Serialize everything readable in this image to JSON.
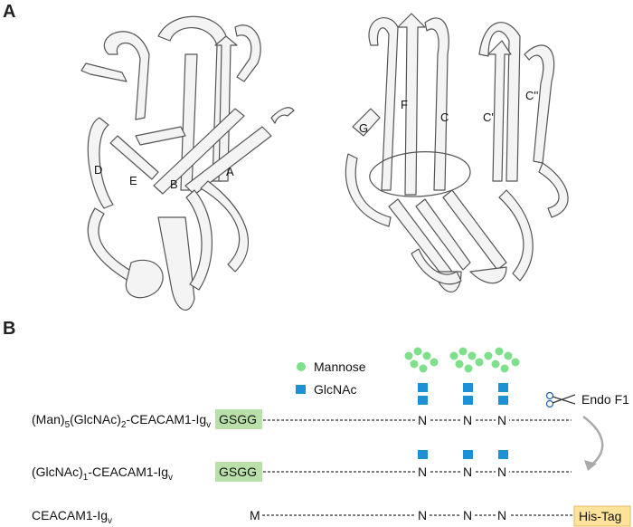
{
  "panelA": {
    "letter": "A",
    "left_view_strands": [
      "D",
      "E",
      "B",
      "A"
    ],
    "right_view_strands": [
      "G",
      "F",
      "C",
      "C'",
      "C''"
    ]
  },
  "panelB": {
    "letter": "B",
    "legend": {
      "mannose_label": "Mannose",
      "glcnac_label": "GlcNAc"
    },
    "enzyme_label": "Endo F1",
    "constructs": [
      {
        "label": "(Man)5(GlcNAc)2-CEACAM1-Igv",
        "n_term_tag": "GSGG",
        "sites": [
          "N",
          "N",
          "N"
        ],
        "glycan": "(Man)5(GlcNAc)2"
      },
      {
        "label": "(GlcNAc)1-CEACAM1-Igv",
        "n_term_tag": "GSGG",
        "sites": [
          "N",
          "N",
          "N"
        ],
        "glycan": "(GlcNAc)1"
      },
      {
        "label": "CEACAM1-Igv",
        "n_term_residue": "M",
        "sites": [
          "N",
          "N",
          "N"
        ],
        "c_term_tag": "His-Tag"
      }
    ],
    "label_parts": {
      "c1": {
        "a": "(Man)",
        "a_sub": "5",
        "b": "(GlcNAc)",
        "b_sub": "2",
        "c": "-CEACAM1-Ig",
        "c_sub": "v"
      },
      "c2": {
        "a": "(GlcNAc)",
        "a_sub": "1",
        "c": "-CEACAM1-Ig",
        "c_sub": "v"
      },
      "c3": {
        "c": "CEACAM1-Ig",
        "c_sub": "v"
      }
    },
    "colors": {
      "mannose": "#7ee08a",
      "glcnac": "#1e90d6",
      "gsgg_box": "#b8e0a8",
      "histag_box": "#ffe39a"
    }
  }
}
